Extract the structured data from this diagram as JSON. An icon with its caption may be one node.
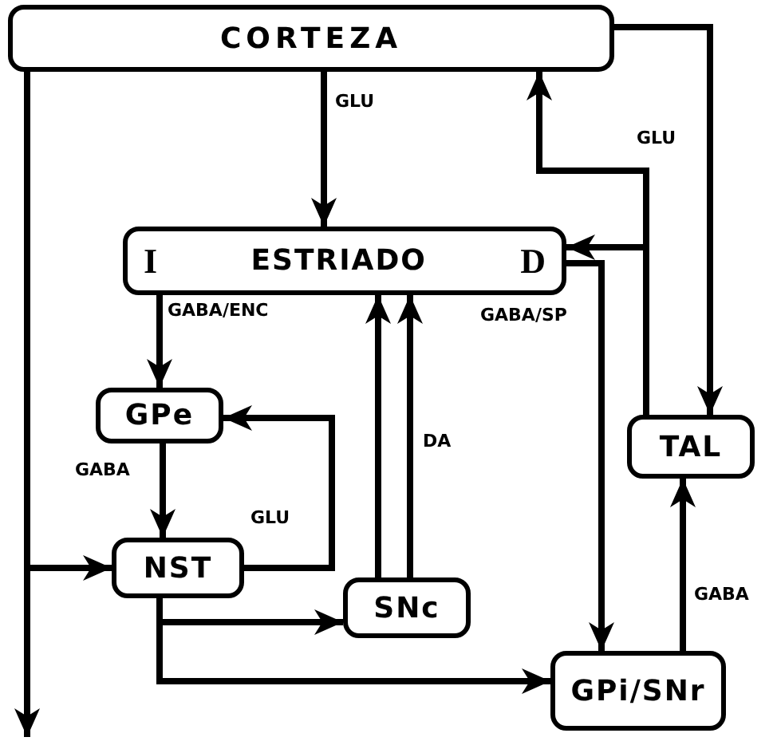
{
  "diagram": {
    "nodes": [
      {
        "text": [
          "CORTEZA"
        ]
      },
      {
        "text": [
          "I",
          "ESTRIADO",
          "D"
        ]
      },
      {
        "text": [
          "GPe"
        ]
      },
      {
        "text": [
          "NST"
        ]
      },
      {
        "text": [
          "SNc"
        ]
      },
      {
        "text": [
          "TAL"
        ]
      },
      {
        "text": [
          "GPi/SNr"
        ]
      }
    ],
    "edges": [
      {
        "from": 0,
        "to": 1,
        "arrow": "to",
        "label": "GLU"
      },
      {
        "from": 0,
        "to": 5,
        "arrow": "to"
      },
      {
        "from": 5,
        "to": 0,
        "arrow": "to",
        "label": "GLU"
      },
      {
        "from": 5,
        "to": 1,
        "arrow": "to"
      },
      {
        "from": 0,
        "to": 3,
        "arrow": "to"
      },
      {
        "from": 0,
        "to": null,
        "arrow": "to"
      },
      {
        "from": 1,
        "to": 2,
        "arrow": "to",
        "label": "GABA/ENC"
      },
      {
        "from": 1,
        "to": 6,
        "arrow": "to",
        "label": "GABA/SP"
      },
      {
        "from": 4,
        "to": 1,
        "arrow": "to"
      },
      {
        "from": 4,
        "to": 1,
        "arrow": "to",
        "label": "DA"
      },
      {
        "from": 2,
        "to": 3,
        "arrow": "to",
        "label": "GABA"
      },
      {
        "from": 3,
        "to": 2,
        "arrow": "to",
        "label": "GLU"
      },
      {
        "from": 3,
        "to": 4,
        "arrow": "to"
      },
      {
        "from": 3,
        "to": 6,
        "arrow": "to"
      },
      {
        "from": 6,
        "to": 5,
        "arrow": "to",
        "label": "GABA"
      }
    ]
  }
}
